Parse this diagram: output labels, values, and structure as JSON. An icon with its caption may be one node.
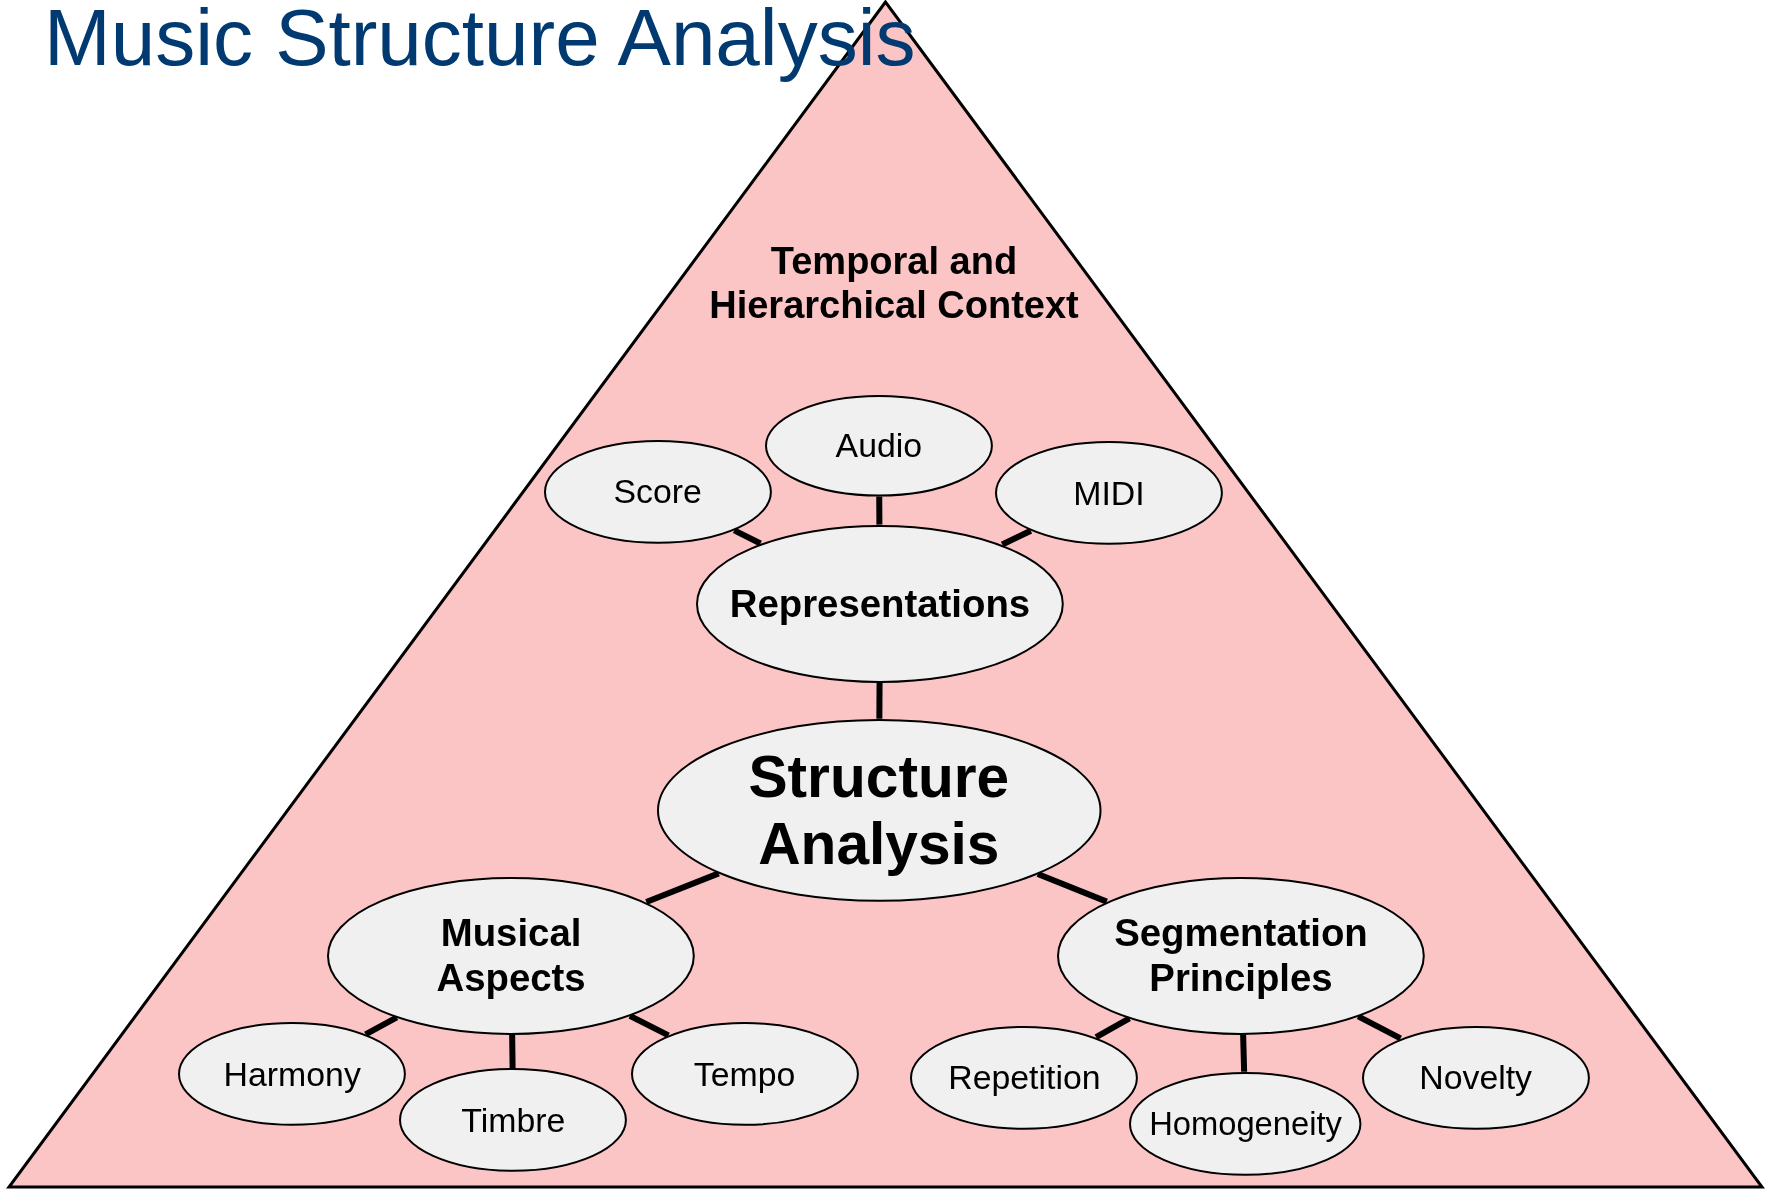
{
  "diagram": {
    "title": "Music Structure Analysis",
    "nodes": [
      {
        "text": [
          "Temporal and Hierarchical Context"
        ]
      },
      {
        "text": [
          "Score"
        ],
        "in": 0
      },
      {
        "text": [
          "Audio"
        ],
        "in": 0
      },
      {
        "text": [
          "MIDI"
        ],
        "in": 0
      },
      {
        "text": [
          "Representations"
        ],
        "in": 0
      },
      {
        "text": [
          "Structure Analysis"
        ],
        "in": 0
      },
      {
        "text": [
          "Musical Aspects"
        ],
        "in": 0
      },
      {
        "text": [
          "Segmentation Principles"
        ],
        "in": 0
      },
      {
        "text": [
          "Harmony"
        ],
        "in": 0
      },
      {
        "text": [
          "Timbre"
        ],
        "in": 0
      },
      {
        "text": [
          "Tempo"
        ],
        "in": 0
      },
      {
        "text": [
          "Repetition"
        ],
        "in": 0
      },
      {
        "text": [
          "Homogeneity"
        ],
        "in": 0
      },
      {
        "text": [
          "Novelty"
        ],
        "in": 0
      }
    ],
    "edges": [
      {
        "from": 4,
        "to": 1,
        "arrow": "none"
      },
      {
        "from": 4,
        "to": 2,
        "arrow": "none"
      },
      {
        "from": 4,
        "to": 3,
        "arrow": "none"
      },
      {
        "from": 5,
        "to": 4,
        "arrow": "none"
      },
      {
        "from": 5,
        "to": 6,
        "arrow": "none"
      },
      {
        "from": 5,
        "to": 7,
        "arrow": "none"
      },
      {
        "from": 6,
        "to": 8,
        "arrow": "none"
      },
      {
        "from": 6,
        "to": 9,
        "arrow": "none"
      },
      {
        "from": 6,
        "to": 10,
        "arrow": "none"
      },
      {
        "from": 7,
        "to": 11,
        "arrow": "none"
      },
      {
        "from": 7,
        "to": 12,
        "arrow": "none"
      },
      {
        "from": 7,
        "to": 13,
        "arrow": "none"
      }
    ]
  }
}
